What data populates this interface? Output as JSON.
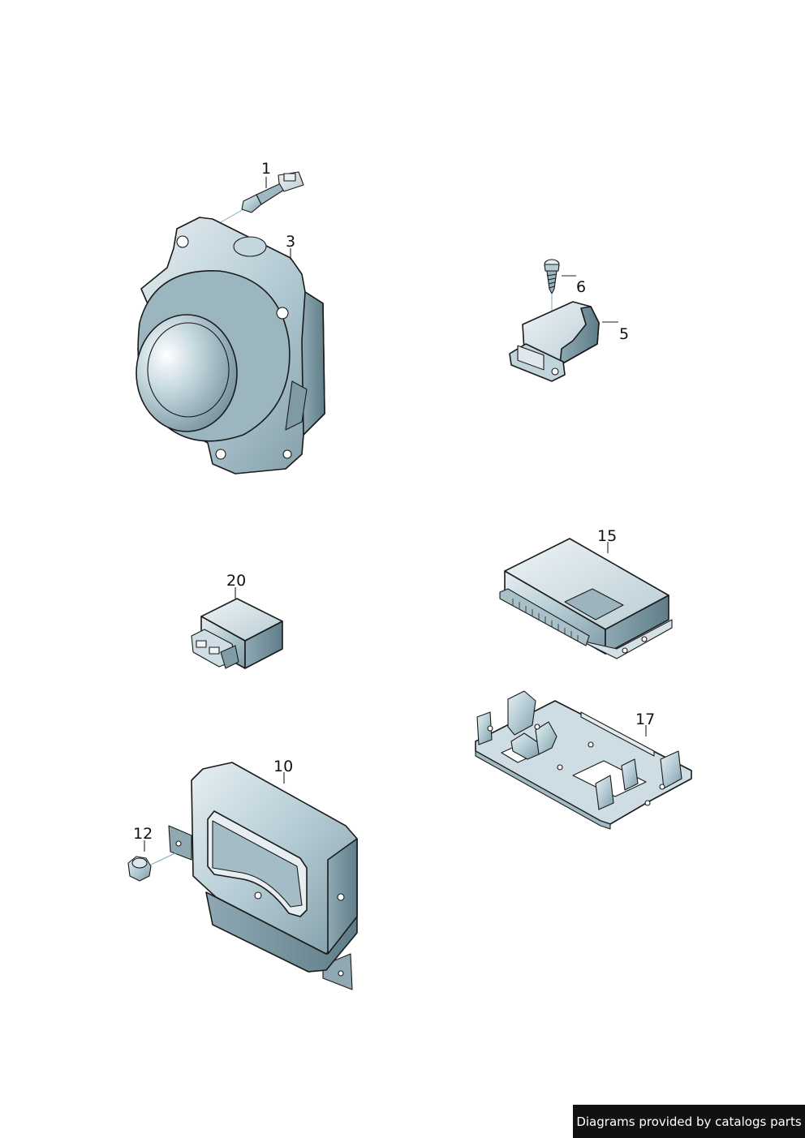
{
  "callouts": {
    "p1": "1",
    "p3": "3",
    "p5": "5",
    "p6": "6",
    "p10": "10",
    "p12": "12",
    "p15": "15",
    "p17": "17",
    "p20": "20"
  },
  "credit": "Diagrams provided by catalogs parts",
  "colors": {
    "part_light": "#d8e6ec",
    "part_mid": "#a9c3cd",
    "part_dark": "#6f8d99",
    "outline": "#1a1a1a",
    "badge_bg": "#111111"
  }
}
